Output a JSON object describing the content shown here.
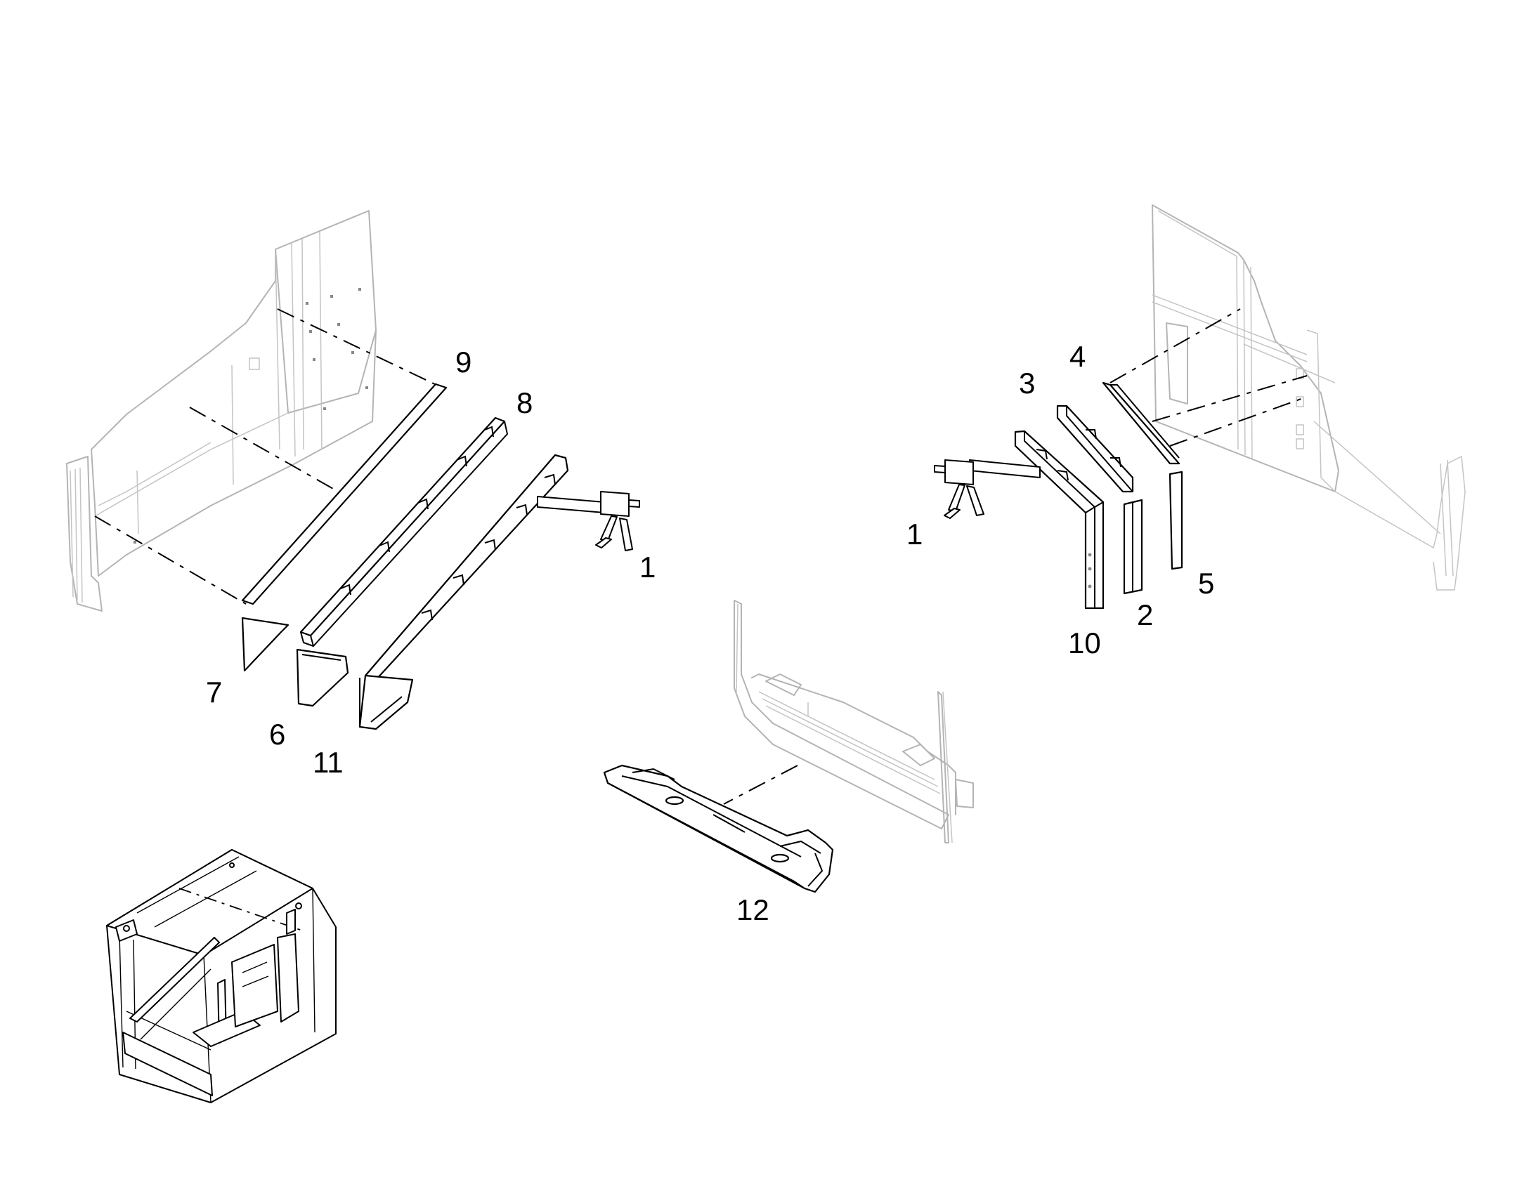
{
  "callouts": {
    "c1_left": "1",
    "c1_right": "1",
    "c2": "2",
    "c3": "3",
    "c4": "4",
    "c5": "5",
    "c6": "6",
    "c7": "7",
    "c8": "8",
    "c9": "9",
    "c10": "10",
    "c11": "11",
    "c12": "12"
  },
  "icons": {
    "sealant_gun": "caulking-gun-icon",
    "cab_overview": "cab-overview-icon"
  },
  "colors": {
    "ink": "#000000",
    "ghost": "#b4b4b4",
    "background": "#ffffff"
  }
}
